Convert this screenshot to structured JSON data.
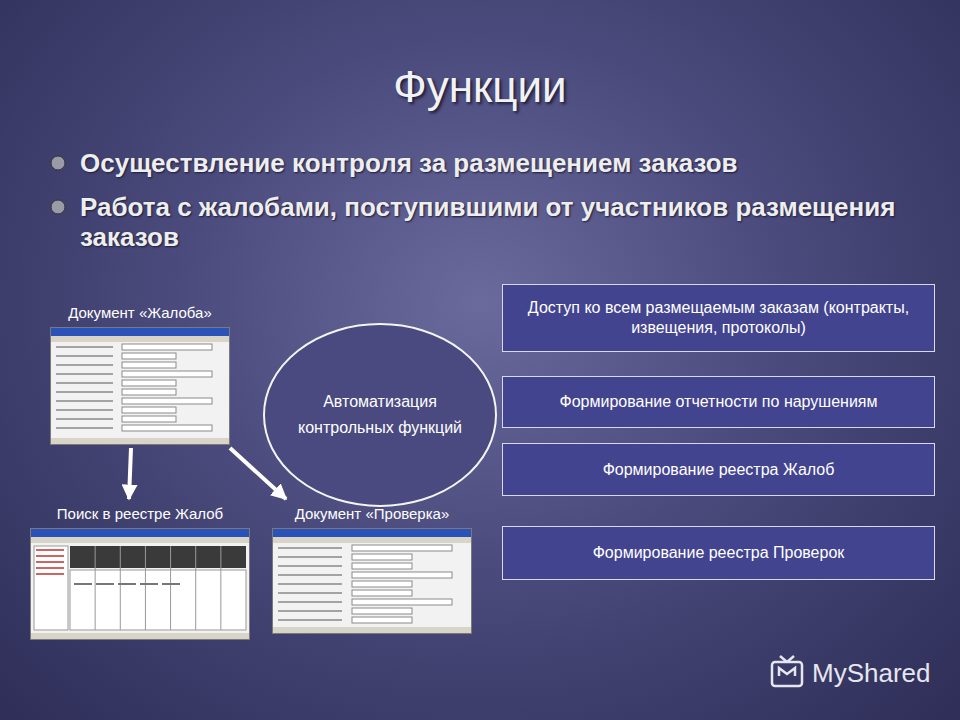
{
  "diagram": {
    "title": "Функции",
    "nodes": [
      {
        "text": [
          "Документ «Жалоба»"
        ]
      },
      {
        "text": [
          "Автоматизация контрольных функций"
        ]
      },
      {
        "text": [
          "Доступ ко всем размещаемым заказам (контракты, извещения, протоколы)"
        ]
      },
      {
        "text": [
          "Формирование отчетности по нарушениям"
        ]
      },
      {
        "text": [
          "Формирование реестра Жалоб"
        ]
      },
      {
        "text": [
          "Поиск в реестре Жалоб"
        ]
      },
      {
        "text": [
          "Документ «Проверка»"
        ]
      },
      {
        "text": [
          "Формирование реестра Проверок"
        ]
      }
    ],
    "edges": [
      {
        "from": 0,
        "to": 5,
        "arrow": "to"
      },
      {
        "from": 0,
        "to": 6,
        "arrow": "to"
      }
    ],
    "labels": [
      "Осуществление контроля за размещением заказов",
      "Работа с жалобами, поступившими от участников размещения заказов",
      "MyShared"
    ]
  }
}
